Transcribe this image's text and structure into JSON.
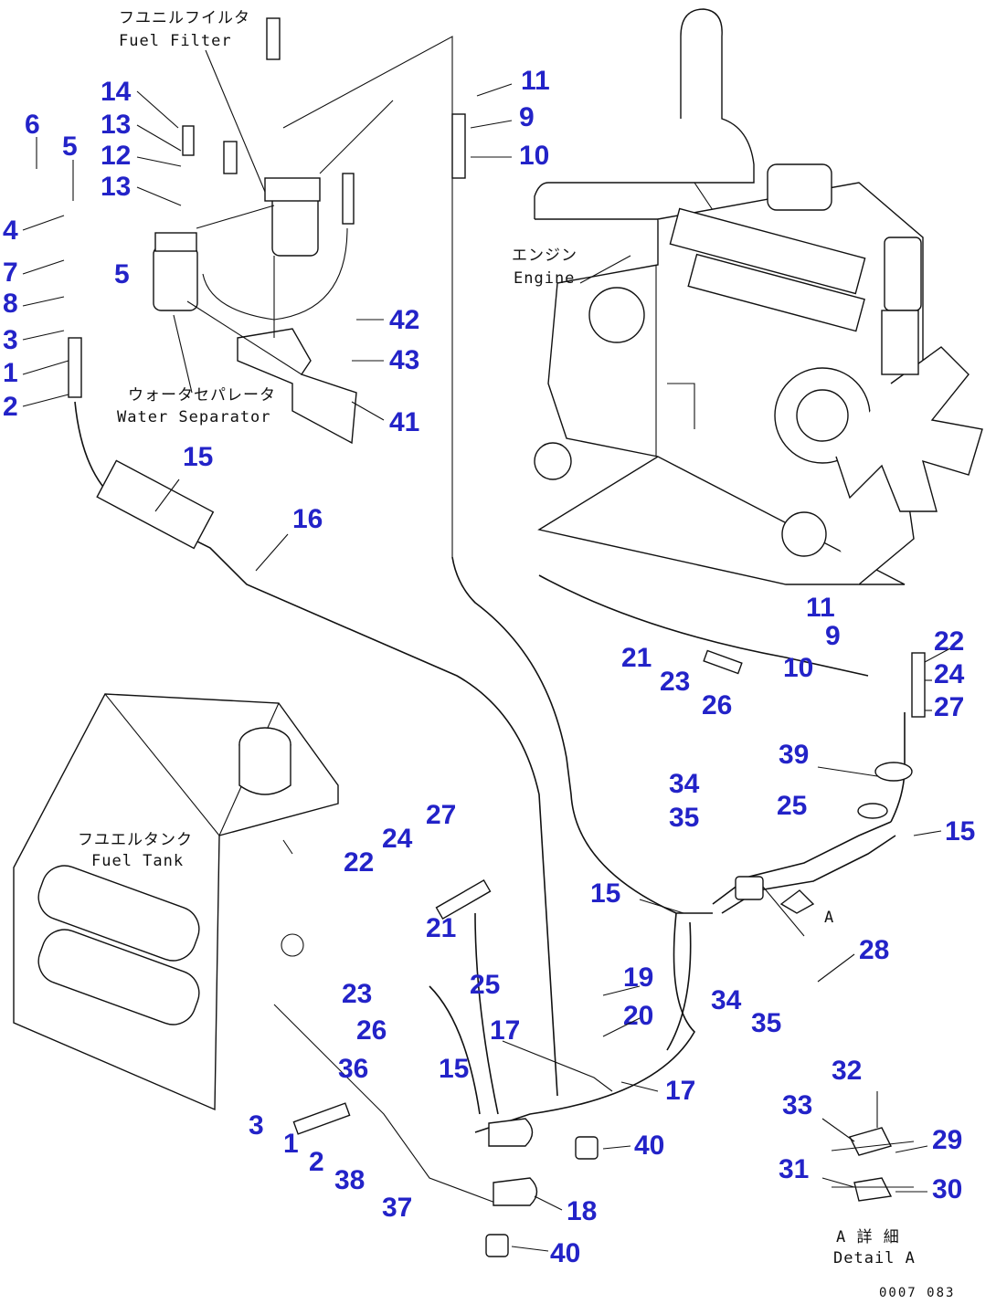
{
  "labels": {
    "fuel_filter_jp": "フユニルフイルタ",
    "fuel_filter_en": "Fuel Filter",
    "water_separator_jp": "ウォータセパレータ",
    "water_separator_en": "Water Separator",
    "engine_jp": "エンジン",
    "engine_en": "Engine",
    "fuel_tank_jp": "フユエルタンク",
    "fuel_tank_en": "Fuel Tank",
    "detail_jp": "A 詳 細",
    "detail_en": "Detail A",
    "arrow_label": "A",
    "drawing_code": "0007 083"
  },
  "callouts": [
    "6",
    "5",
    "14",
    "13",
    "12",
    "13",
    "4",
    "5",
    "7",
    "8",
    "3",
    "1",
    "2",
    "11",
    "9",
    "10",
    "42",
    "43",
    "41",
    "15",
    "16",
    "11",
    "9",
    "10",
    "22",
    "24",
    "27",
    "21",
    "23",
    "26",
    "39",
    "34",
    "25",
    "35",
    "15",
    "15",
    "28",
    "34",
    "35",
    "27",
    "24",
    "22",
    "21",
    "23",
    "26",
    "25",
    "19",
    "20",
    "17",
    "36",
    "15",
    "17",
    "3",
    "1",
    "2",
    "38",
    "37",
    "40",
    "18",
    "40",
    "32",
    "33",
    "29",
    "31",
    "30"
  ],
  "colors": {
    "callout": "#2323c8",
    "line": "#111111"
  }
}
